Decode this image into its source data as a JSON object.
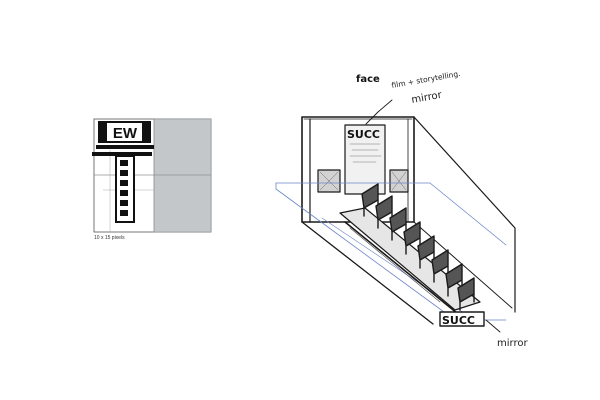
{
  "plan": {
    "logo_text": "EW",
    "caption": "10 x 15 pixels"
  },
  "sketch": {
    "title": "face",
    "annotation_top": "film + storytelling.",
    "label_mirror_top": "mirror",
    "label_mirror_bottom": "mirror",
    "sign_back": "SUCC",
    "sign_front": "SUCC"
  },
  "colors": {
    "stroke": "#1a1a1a",
    "guide_blue": "#6b86c9",
    "panel_gray": "#c4c7ca",
    "grid_line": "#8e9296"
  }
}
